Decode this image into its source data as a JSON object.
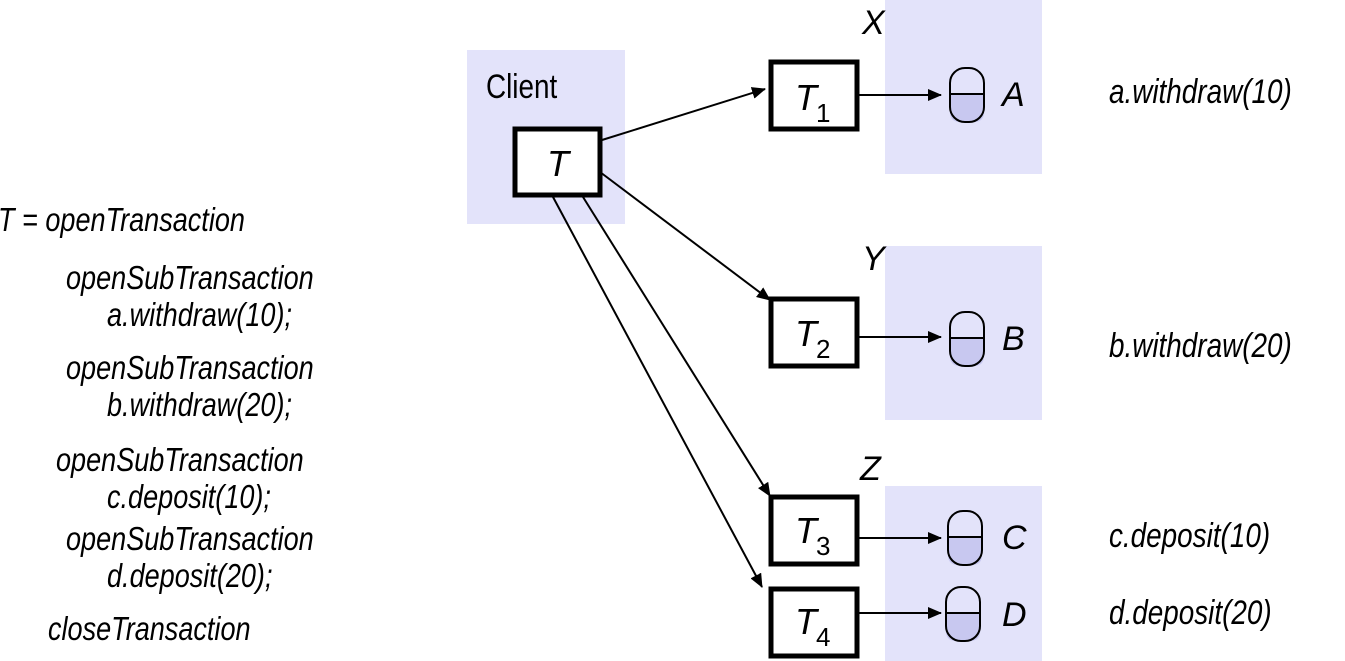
{
  "code_lines": [
    "T = openTransaction",
    "openSubTransaction",
    "a.withdraw(10);",
    "openSubTransaction",
    "b.withdraw(20);",
    "openSubTransaction",
    "c.deposit(10);",
    "openSubTransaction",
    "d.deposit(20);",
    "closeTransaction"
  ],
  "client": {
    "label": "Client",
    "transaction": "T"
  },
  "servers": [
    {
      "name": "X",
      "sub": "T",
      "sub_index": "1",
      "object": "A",
      "operation": "a.withdraw(10)"
    },
    {
      "name": "Y",
      "sub": "T",
      "sub_index": "2",
      "object": "B",
      "operation": "b.withdraw(20)"
    },
    {
      "name": "Z",
      "sub": "T",
      "sub_index": "3",
      "object": "C",
      "operation": "c.deposit(10)"
    },
    {
      "name": "",
      "sub": "T",
      "sub_index": "4",
      "object": "D",
      "operation": "d.deposit(20)"
    }
  ],
  "colors": {
    "region_fill": "#e3e3fa",
    "store_fill": "#c8c8f0",
    "stroke": "#000000"
  }
}
